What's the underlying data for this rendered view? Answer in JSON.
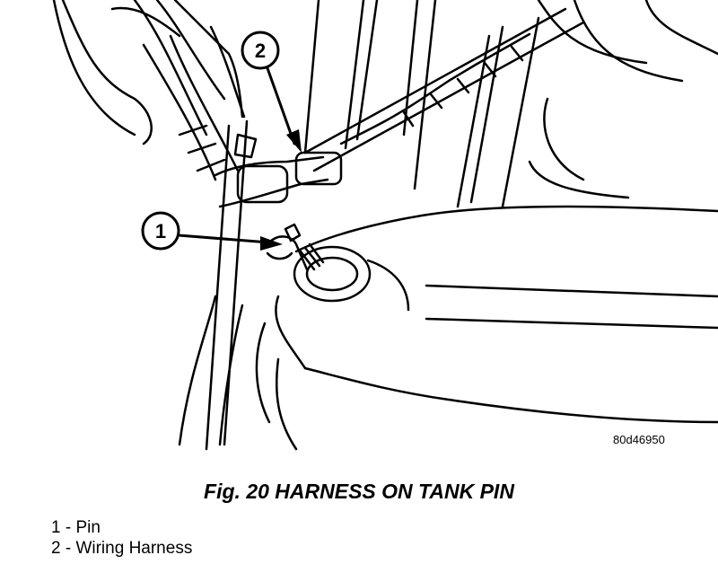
{
  "figure": {
    "reference_code": "80d46950",
    "caption": "Fig. 20 HARNESS ON TANK PIN",
    "callouts": [
      {
        "number": "1"
      },
      {
        "number": "2"
      }
    ]
  },
  "legend": {
    "items": [
      {
        "text": "1 - Pin"
      },
      {
        "text": "2 - Wiring Harness"
      }
    ]
  },
  "colors": {
    "line": "#000000",
    "background": "#ffffff"
  }
}
